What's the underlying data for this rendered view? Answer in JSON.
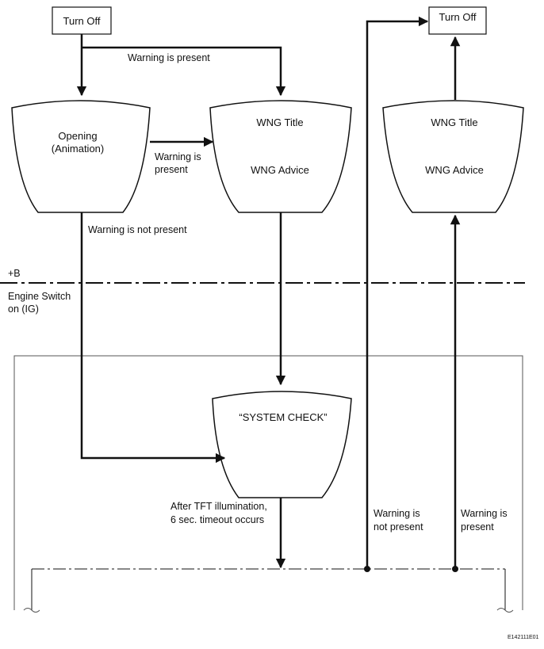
{
  "nodes": {
    "turn_off_left": "Turn Off",
    "turn_off_right": "Turn Off",
    "opening": [
      "Opening",
      "(Animation)"
    ],
    "wng_center": {
      "title": "WNG Title",
      "advice": "WNG Advice"
    },
    "wng_right": {
      "title": "WNG Title",
      "advice": "WNG Advice"
    },
    "system_check": "“SYSTEM CHECK”"
  },
  "edges": {
    "top_warning_present": "Warning is present",
    "opening_to_wng": [
      "Warning is",
      "present"
    ],
    "warning_not_present": "Warning is not present",
    "after_tft": [
      "After TFT illumination,",
      "6 sec. timeout occurs"
    ],
    "right_not_present": [
      "Warning is",
      "not present"
    ],
    "right_present": [
      "Warning is",
      "present"
    ]
  },
  "zones": {
    "plus_b": "+B",
    "engine_switch": [
      "Engine Switch",
      "on (IG)"
    ]
  },
  "figure_ref": "E142111E01"
}
